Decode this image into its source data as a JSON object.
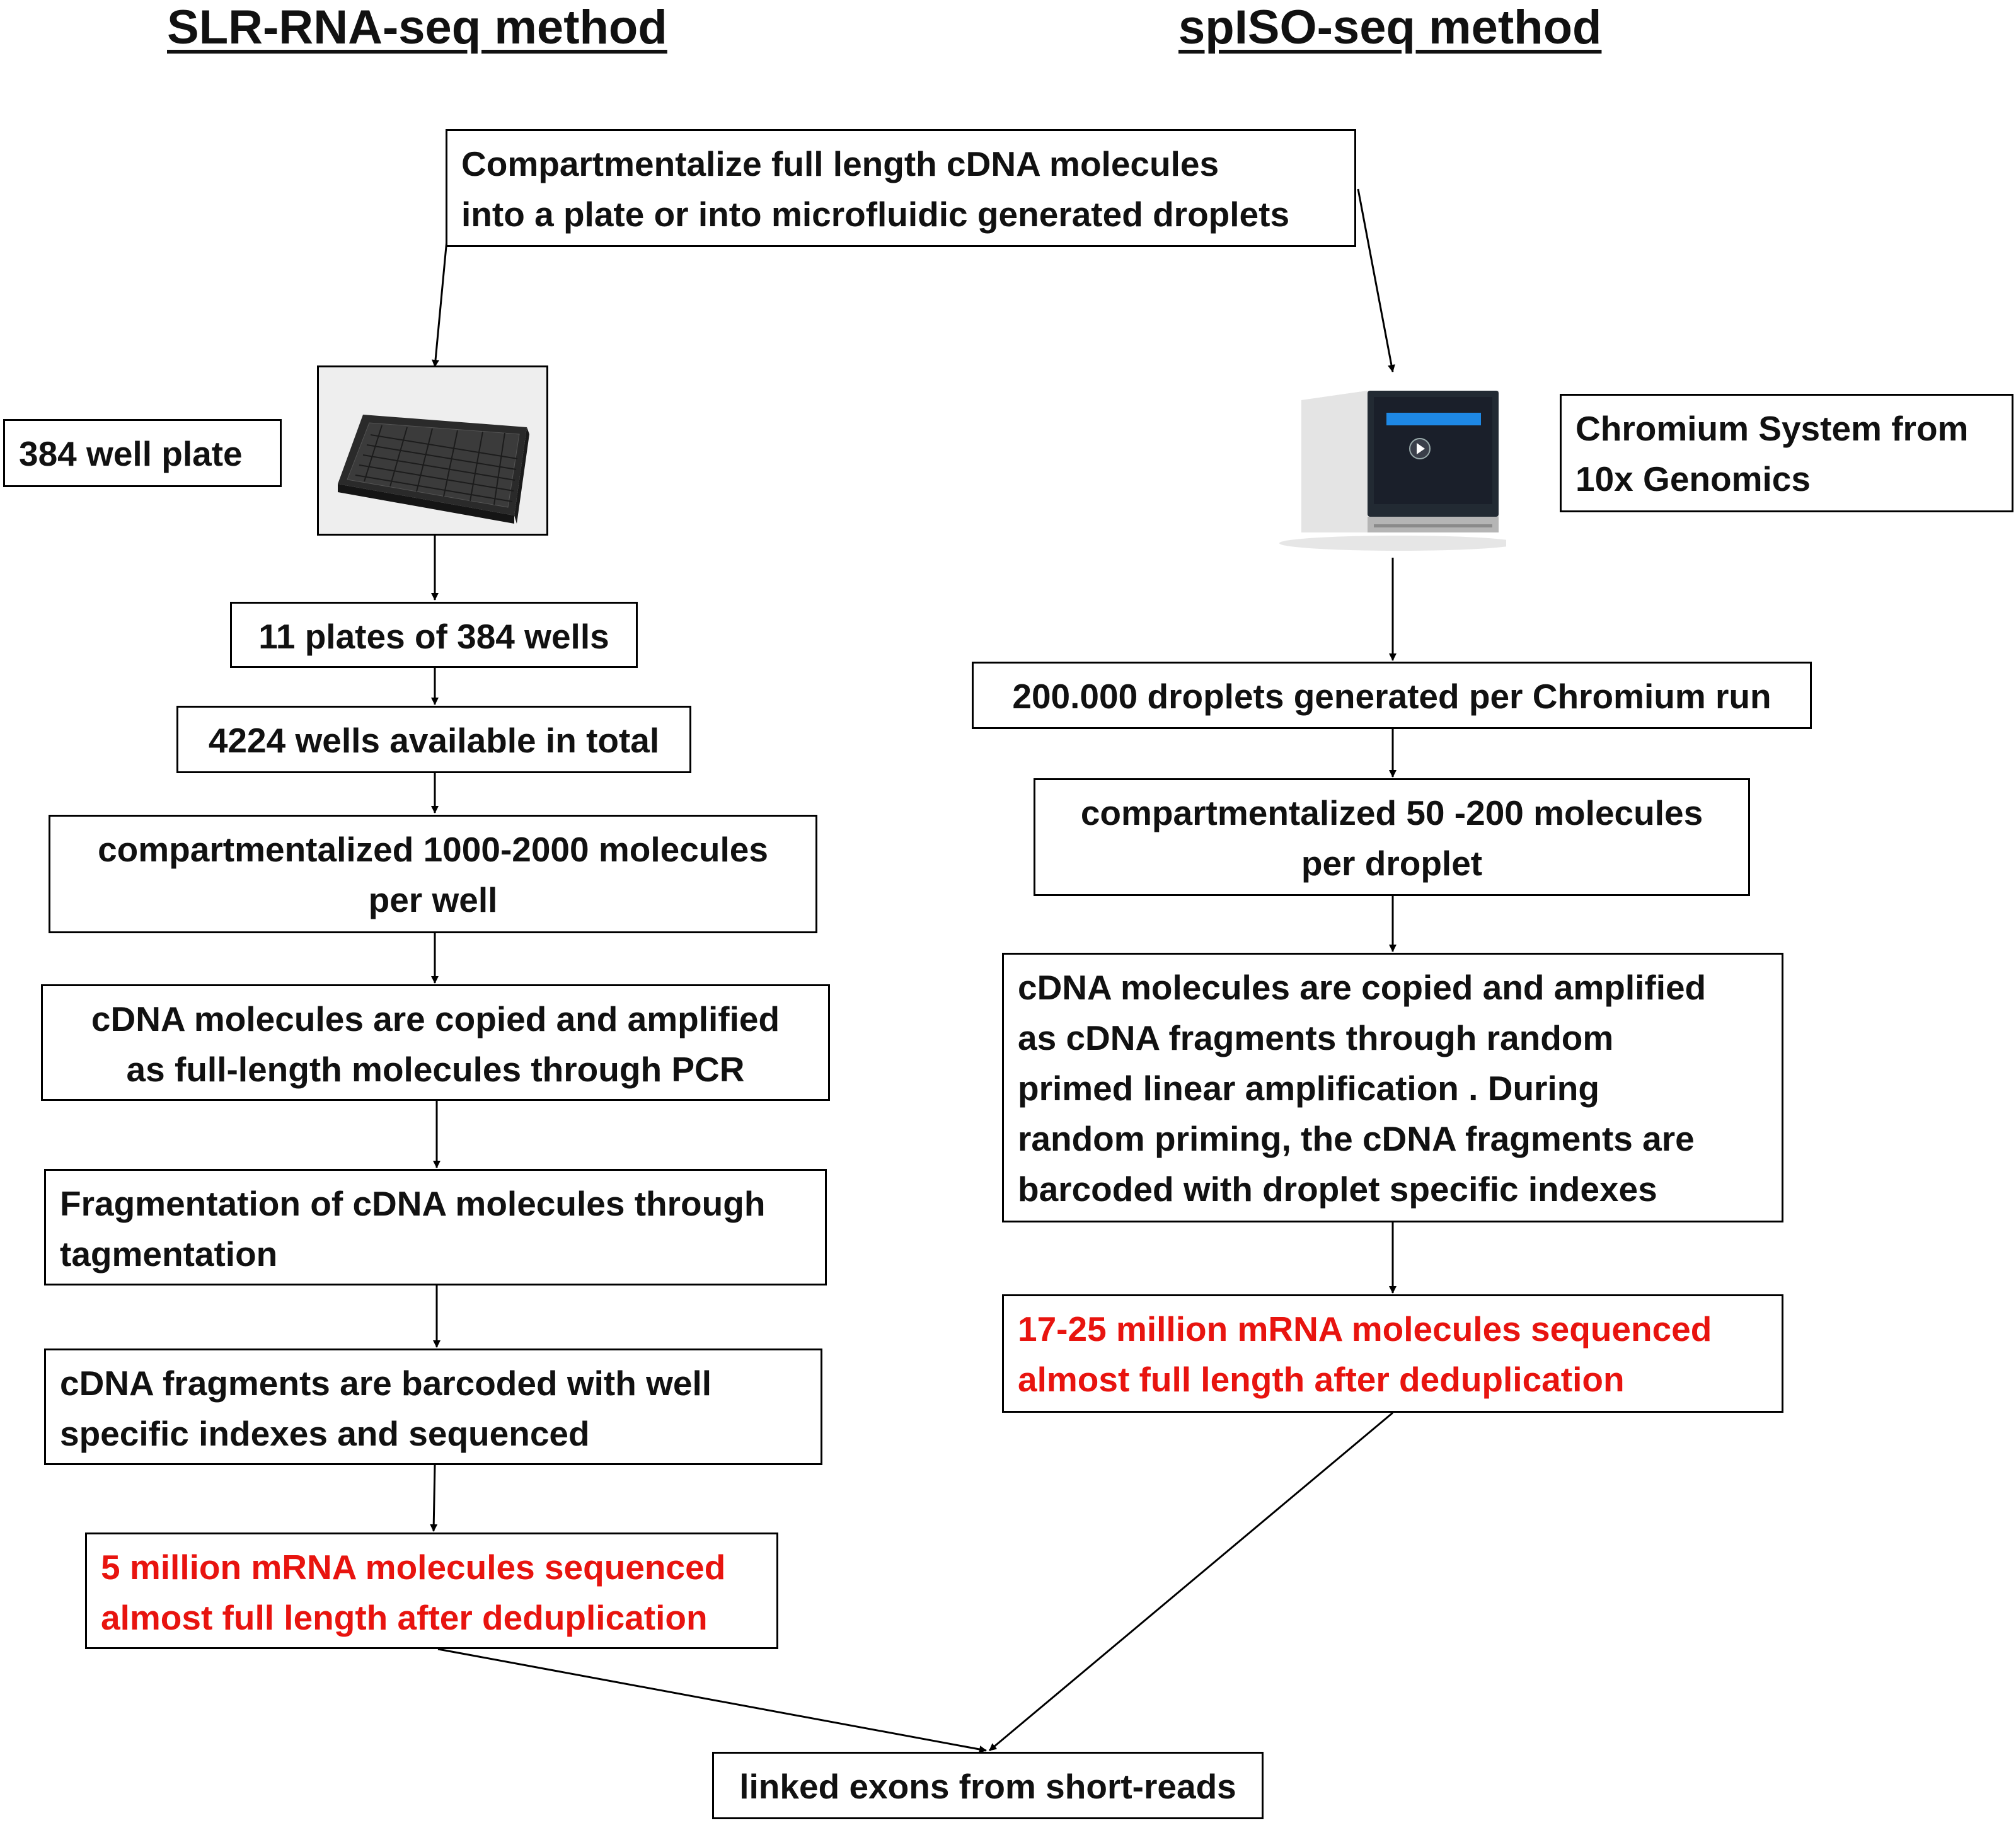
{
  "headings": {
    "left": "SLR-RNA-seq method",
    "right": "spISO-seq method"
  },
  "top_box": {
    "line1": "Compartmentalize full length cDNA molecules",
    "line2": "into a plate or into microfluidic generated droplets"
  },
  "left": {
    "plate_label": "384 well plate",
    "plates": "11 plates of 384 wells",
    "wells": "4224 wells available in total",
    "compartment": {
      "line1": "compartmentalized 1000-2000  molecules",
      "line2": "per well"
    },
    "pcr": {
      "line1": "cDNA molecules are copied  and amplified",
      "line2": "as full-length molecules  through PCR"
    },
    "fragmentation": {
      "line1": "Fragmentation of cDNA molecules through",
      "line2": "tagmentation"
    },
    "barcoded": {
      "line1": "cDNA fragments are barcoded with well",
      "line2": "specific indexes and sequenced"
    },
    "result": {
      "line1": "5 million mRNA molecules sequenced",
      "line2": "almost full length after deduplication"
    }
  },
  "right": {
    "device_label": {
      "line1": "Chromium System from",
      "line2": "10x Genomics"
    },
    "droplets": "200.000  droplets generated per Chromium run",
    "compartment": {
      "line1": "compartmentalized 50 -200 molecules",
      "line2": "per droplet"
    },
    "amplification": {
      "line1": "cDNA molecules are copied and amplified",
      "line2": "as cDNA fragments through random",
      "line3": "primed linear amplification . During",
      "line4": "random priming, the cDNA fragments are",
      "line5": "barcoded with droplet specific indexes"
    },
    "result": {
      "line1": "17-25 million mRNA molecules sequenced",
      "line2": "almost full length after deduplication"
    }
  },
  "final_box": "linked exons from short-reads",
  "colors": {
    "text": "#111111",
    "highlight": "#e8140f",
    "border": "#000000",
    "device_screen": "#1a1f2a",
    "device_accent": "#1e88e5"
  },
  "icons": {
    "plate": "384-well-plate-image",
    "device": "chromium-controller-image"
  }
}
